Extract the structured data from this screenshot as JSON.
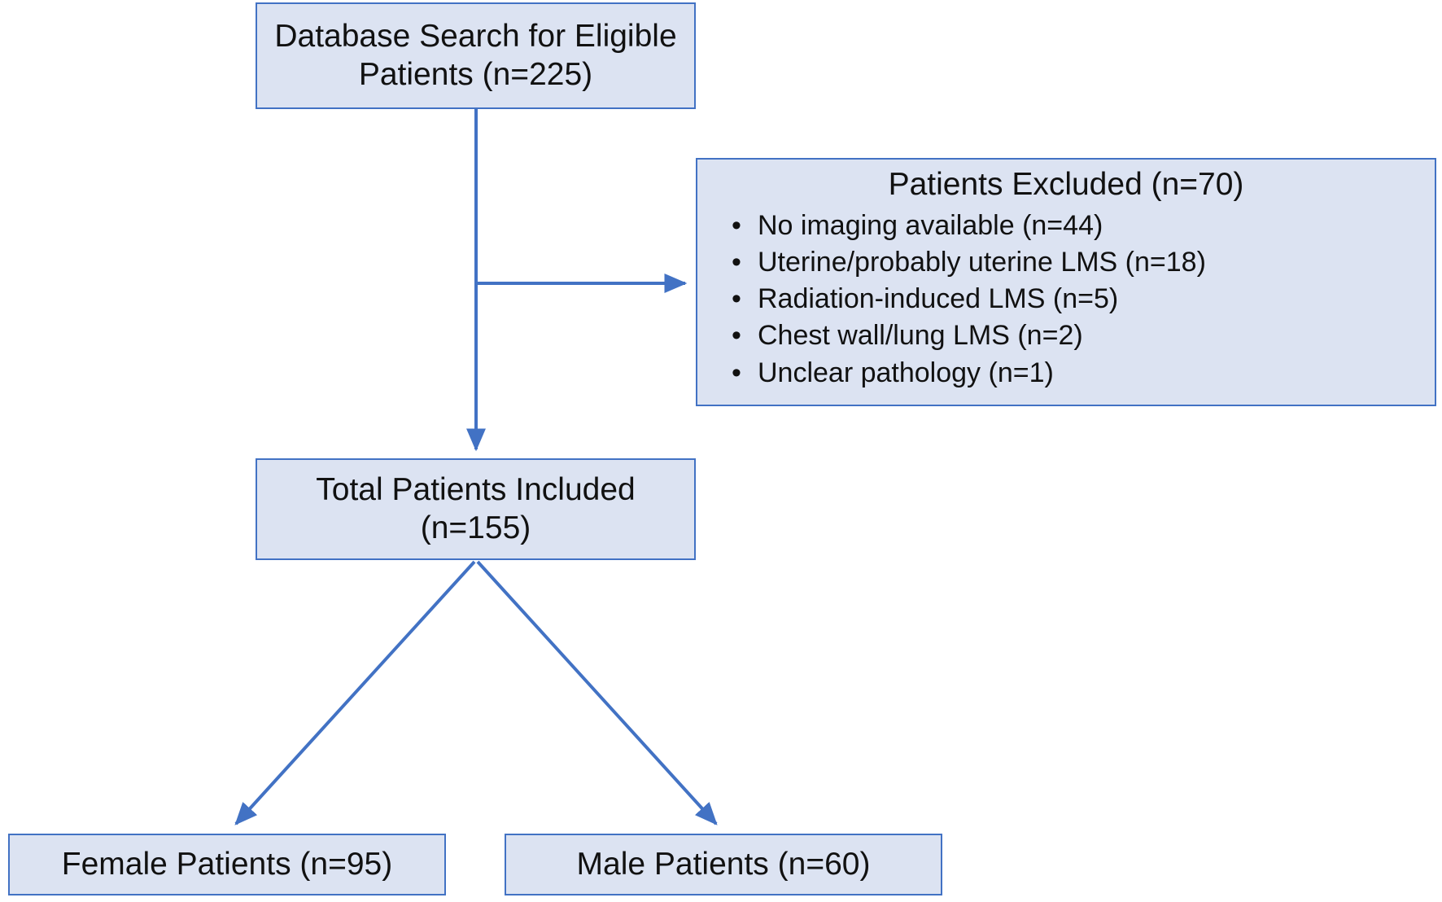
{
  "diagram": {
    "type": "flowchart",
    "title": "Patient selection flow diagram",
    "colors": {
      "node_fill": "#dce3f2",
      "node_border": "#4272c4",
      "arrow": "#4272c4",
      "text": "#111111",
      "background": "#ffffff"
    },
    "nodes": {
      "database_search": {
        "line1": "Database Search for Eligible",
        "line2": "Patients (n=225)"
      },
      "excluded": {
        "title": "Patients Excluded (n=70)",
        "bullet_glyph": "•",
        "items": [
          "No imaging available (n=44)",
          "Uterine/probably uterine LMS (n=18)",
          "Radiation-induced LMS (n=5)",
          "Chest wall/lung LMS (n=2)",
          "Unclear pathology (n=1)"
        ]
      },
      "total_included": {
        "line1": "Total Patients Included",
        "line2": "(n=155)"
      },
      "female": {
        "label": "Female Patients (n=95)"
      },
      "male": {
        "label": "Male Patients (n=60)"
      }
    },
    "edges": [
      {
        "from": "database_search",
        "to": "total_included",
        "style": "vertical-arrow"
      },
      {
        "from": "database_search",
        "to": "excluded",
        "style": "branch-right-arrow"
      },
      {
        "from": "total_included",
        "to": "female",
        "style": "diagonal-arrow"
      },
      {
        "from": "total_included",
        "to": "male",
        "style": "diagonal-arrow"
      }
    ]
  }
}
